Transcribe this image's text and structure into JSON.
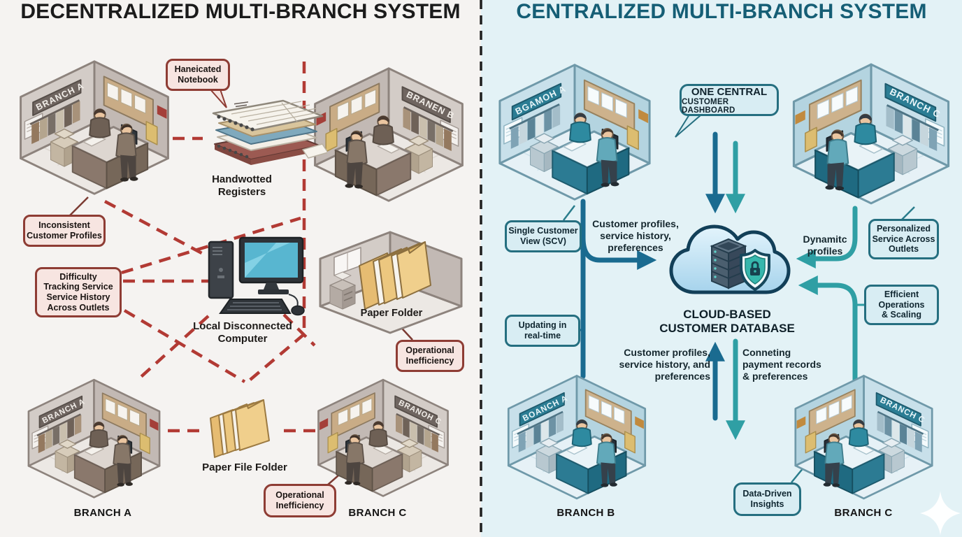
{
  "left": {
    "title": "DECENTRALIZED MULTI-BRANCH SYSTEM",
    "stores": {
      "top_left_sign": "BRANCH A",
      "top_right_sign": "BRANEN B",
      "bottom_left_sign": "BRANCH A",
      "bottom_right_sign": "BRANOH C"
    },
    "captions": {
      "bottom_left": "BRANCH A",
      "bottom_right": "BRANCH C"
    },
    "bubbles": {
      "handwritten_notebook": "Haneicated\nNotebook",
      "operational_inefficiency_bottom": "Operational\nInefficiency"
    },
    "boxes": {
      "inconsistent_profiles": "Inconsistent\nCustomer Profiles",
      "difficulty_tracking": "Difficulty\nTracking Service\nService History\nAcross Outlets",
      "operational_inefficiency_right": "Operational\nInefficiency"
    },
    "labels": {
      "handwritten_registers": "Handwotted\nRegisters",
      "local_computer": "Local Disconnected\nComputer",
      "paper_folder": "Paper Folder",
      "paper_file_folder": "Paper File Folder"
    },
    "colors": {
      "background": "#f5f3f1",
      "title": "#1b1b1b",
      "dashed_line": "#b23a34",
      "box_fill": "#f7e5e1",
      "box_border": "#8e3c34"
    }
  },
  "right": {
    "title": "CENTRALIZED MULTI-BRANCH SYSTEM",
    "stores": {
      "top_left_sign": "BGAMOH A",
      "top_right_sign": "BRANCH C",
      "bottom_left_sign": "BOANCH A",
      "bottom_right_sign": "BRANCH C"
    },
    "captions": {
      "bottom_left": "BRANCH B",
      "bottom_right": "BRANCH C"
    },
    "bubbles": {
      "one_central_line1": "ONE CENTRAL",
      "one_central_line2": "CUSTOMER DASHBOARD",
      "data_driven_insights": "Data-Driven\nInsights"
    },
    "boxes": {
      "single_customer_view": "Single Customer\nView (SCV)",
      "updating_real_time": "Updating in\nreal-time",
      "personalized_service": "Personalized\nService Across\nOutlets",
      "efficient_operations": "Efficient\nOperations\n& Scaling"
    },
    "labels": {
      "customer_profiles_top": "Customer profiles,\nservice history,\npreferences",
      "dynamic_profiles": "Dynamitc\nprofiles",
      "cloud_database": "CLOUD-BASED\nCUSTOMER DATABASE",
      "customer_profiles_bottom": "Customer profiles,\nservice history, and\npreferences",
      "connecting_payments": "Conneting\npayment records\n& preferences"
    },
    "colors": {
      "background": "#e3f2f6",
      "title": "#155e75",
      "arrow_dark": "#1a6b90",
      "arrow_teal": "#2f9fa4",
      "box_fill": "#d8edf3",
      "box_border": "#256f80"
    }
  }
}
